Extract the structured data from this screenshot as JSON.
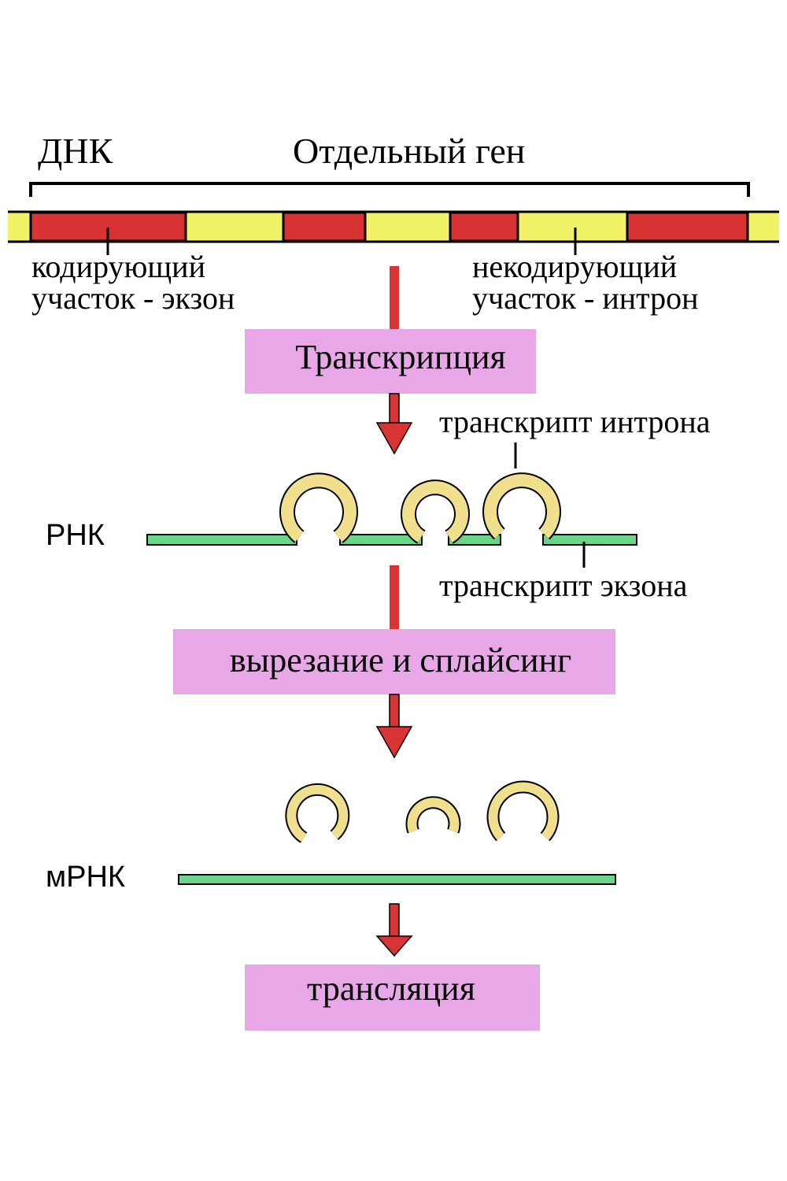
{
  "labels": {
    "dna": "ДНК",
    "single_gene": "Отдельный ген",
    "exon_line1": "кодирующий",
    "exon_line2": "участок - экзон",
    "intron_line1": "некодирующий",
    "intron_line2": "участок - интрон",
    "intron_transcript": "транскрипт интрона",
    "exon_transcript": "транскрипт экзона",
    "rna": "РНК",
    "mrna": "мРНК"
  },
  "steps": {
    "transcription": "Транскрипция",
    "splicing": "вырезание и сплайсинг",
    "translation": "трансляция"
  },
  "colors": {
    "exon": "#d93232",
    "intron": "#f2f266",
    "rna": "#6ad487",
    "loop": "#f0df8c",
    "arrow": "#d83434",
    "step_box": "#e8a8e8",
    "outline": "#000000"
  }
}
